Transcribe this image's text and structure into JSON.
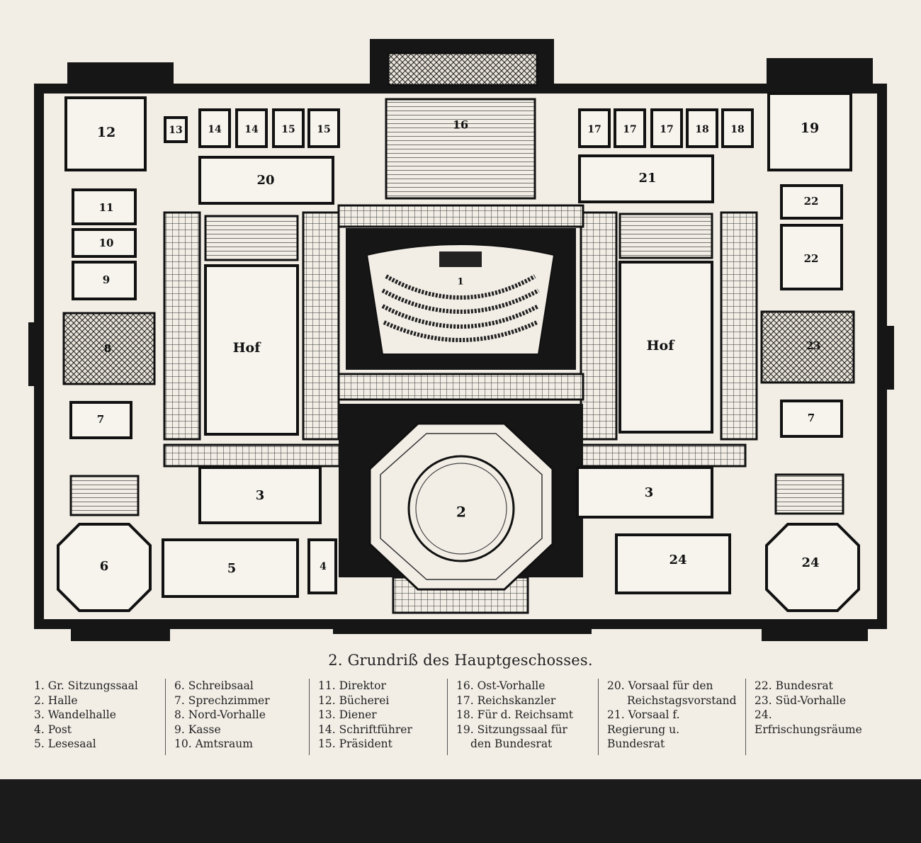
{
  "plan": {
    "court_label": "Hof",
    "rooms": [
      {
        "id": "room-12",
        "label": "12"
      },
      {
        "id": "room-13",
        "label": "13"
      },
      {
        "id": "room-14a",
        "label": "14"
      },
      {
        "id": "room-14b",
        "label": "14"
      },
      {
        "id": "room-15a",
        "label": "15"
      },
      {
        "id": "room-15b",
        "label": "15"
      },
      {
        "id": "room-16",
        "label": "16"
      },
      {
        "id": "room-17a",
        "label": "17"
      },
      {
        "id": "room-17b",
        "label": "17"
      },
      {
        "id": "room-17c",
        "label": "17"
      },
      {
        "id": "room-18a",
        "label": "18"
      },
      {
        "id": "room-18b",
        "label": "18"
      },
      {
        "id": "room-19",
        "label": "19"
      },
      {
        "id": "room-20",
        "label": "20"
      },
      {
        "id": "room-21",
        "label": "21"
      },
      {
        "id": "room-11",
        "label": "11"
      },
      {
        "id": "room-10",
        "label": "10"
      },
      {
        "id": "room-9",
        "label": "9"
      },
      {
        "id": "room-8",
        "label": "8"
      },
      {
        "id": "room-22a",
        "label": "22"
      },
      {
        "id": "room-22b",
        "label": "22"
      },
      {
        "id": "room-23",
        "label": "23"
      },
      {
        "id": "room-1",
        "label": "1"
      },
      {
        "id": "room-7a",
        "label": "7"
      },
      {
        "id": "room-7b",
        "label": "7"
      },
      {
        "id": "room-3a",
        "label": "3"
      },
      {
        "id": "room-3b",
        "label": "3"
      },
      {
        "id": "room-2",
        "label": "2"
      },
      {
        "id": "room-6",
        "label": "6"
      },
      {
        "id": "room-5",
        "label": "5"
      },
      {
        "id": "room-4",
        "label": "4"
      },
      {
        "id": "room-24a",
        "label": "24"
      },
      {
        "id": "room-24b",
        "label": "24"
      }
    ]
  },
  "caption": "2. Grundriß des Hauptgeschosses.",
  "legend": [
    [
      "1. Gr. Sitzungssaal",
      "2. Halle",
      "3. Wandelhalle",
      "4. Post",
      "5. Lesesaal"
    ],
    [
      "6. Schreibsaal",
      "7. Sprechzimmer",
      "8. Nord-Vorhalle",
      "9. Kasse",
      "10. Amtsraum"
    ],
    [
      "11. Direktor",
      "12. Bücherei",
      "13. Diener",
      "14. Schriftführer",
      "15. Präsident"
    ],
    [
      "16. Ost-Vorhalle",
      "17. Reichskanzler",
      "18. Für d. Reichsamt",
      "19. Sitzungssaal für",
      "den Bundesrat"
    ],
    [
      "20. Vorsaal für den",
      "Reichstagsvorstand",
      "21. Vorsaal f. Regierung u. Bundesrat"
    ],
    [
      "22. Bundesrat",
      "23. Süd-Vorhalle",
      "24. Erfrischungsräume"
    ]
  ]
}
